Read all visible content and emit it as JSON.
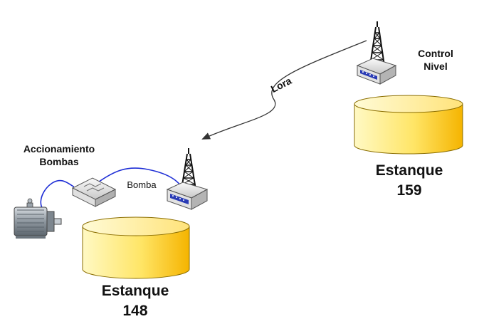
{
  "labels": {
    "control_nivel": "Control\nNivel",
    "lora": "Lora",
    "accionamiento": "Accionamiento\nBombas",
    "bomba": "Bomba",
    "estanque_159": "Estanque\n159",
    "estanque_148": "Estanque\n148"
  },
  "icons": [
    "radio-tower-icon",
    "network-switch-icon",
    "electric-motor-icon",
    "tank-cylinder-icon"
  ],
  "colors": {
    "tank_fill_light": "#fff6b0",
    "tank_fill_dark": "#f5b800",
    "cable": "#1f2fd6",
    "arrow": "#333333"
  }
}
